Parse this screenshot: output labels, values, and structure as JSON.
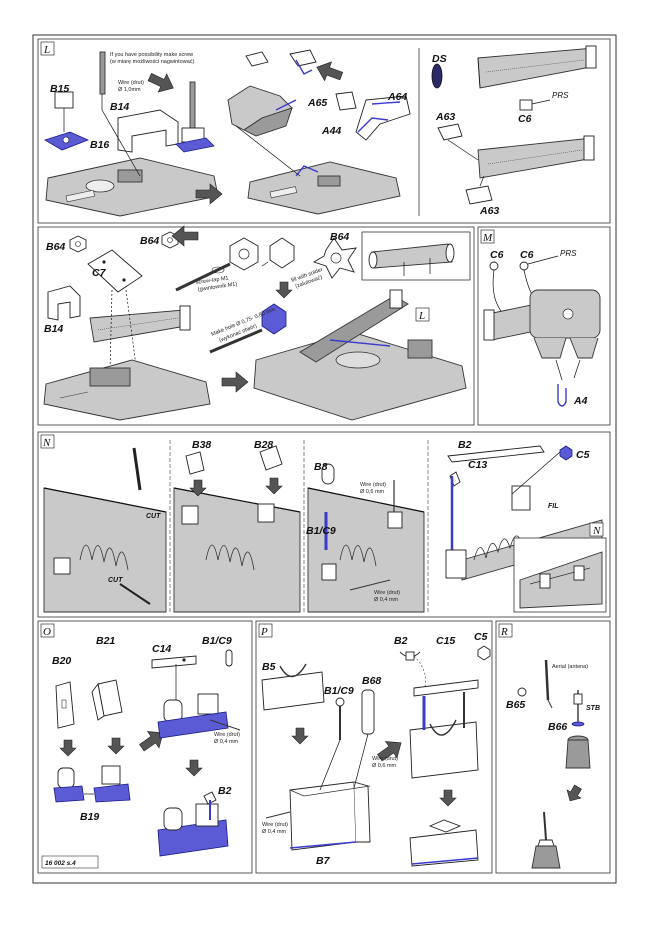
{
  "sections": {
    "L": {
      "title": "L",
      "labels": [
        "B15",
        "B14",
        "B16",
        "A65",
        "A64",
        "A44",
        "DS",
        "PRS",
        "C6",
        "A63",
        "A63"
      ],
      "notes": {
        "screw": "If you have possibility make screw",
        "screw_pl": "(w miarę możliwości nagwintować)",
        "wire": "Wire (drut)",
        "wire_d": "Ø 1,0mm"
      }
    },
    "L2": {
      "labels": [
        "B64",
        "B64",
        "C7",
        "B14",
        "B64"
      ],
      "ref": "L",
      "notes": {
        "tap": "screw-tap M1",
        "tap_pl": "(gwintownik M1)",
        "solder": "fill with solder",
        "solder_pl": "(zalutować)",
        "hole": "Make hole Ø 0,75- 0,80 mm",
        "hole_pl": "(wykonać otwór)"
      }
    },
    "M": {
      "title": "M",
      "labels": [
        "C6",
        "C6",
        "PRS",
        "A4"
      ]
    },
    "N": {
      "title": "N",
      "labels": [
        "B38",
        "B28",
        "B8",
        "B1/C9",
        "B2",
        "C13",
        "C5"
      ],
      "ref": "N",
      "notes": {
        "cut1": "CUT",
        "cut2": "CUT",
        "fil": "FIL",
        "wire1": "Wire (drut)",
        "wire1_d": "Ø 0,6 mm",
        "wire2": "Wire (drut)",
        "wire2_d": "Ø 0,4 mm"
      }
    },
    "O": {
      "title": "O",
      "labels": [
        "B20",
        "B21",
        "C14",
        "B1/C9",
        "B19",
        "B2"
      ],
      "notes": {
        "wire": "Wire (drut)",
        "wire_d": "Ø 0,4 mm",
        "page_code": "16 002 s.4"
      }
    },
    "P": {
      "title": "P",
      "labels": [
        "B2",
        "C15",
        "C5",
        "B5",
        "B1/C9",
        "B68",
        "B7"
      ],
      "notes": {
        "wire1": "Wire (drut)",
        "wire1_d": "Ø 0,6 mm",
        "wire2": "Wire (drut)",
        "wire2_d": "Ø 0,4 mm"
      }
    },
    "R": {
      "title": "R",
      "labels": [
        "B65",
        "STB",
        "B66"
      ],
      "notes": {
        "aerial": "Aerial (antena)"
      }
    }
  },
  "colors": {
    "part_blue": "#5b5bd6",
    "hull_grey": "#c9c9c9",
    "frame": "#333333"
  }
}
